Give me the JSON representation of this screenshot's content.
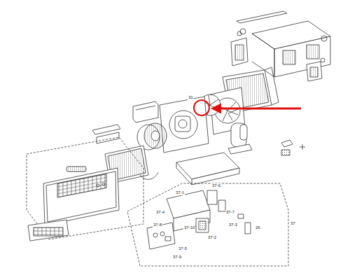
{
  "diagram": {
    "labels": [
      "31",
      "37",
      "37-1",
      "37-6",
      "37-4",
      "37-8",
      "37-10",
      "37-7",
      "37-2",
      "37-5",
      "37-3",
      "37-9",
      "26"
    ]
  }
}
